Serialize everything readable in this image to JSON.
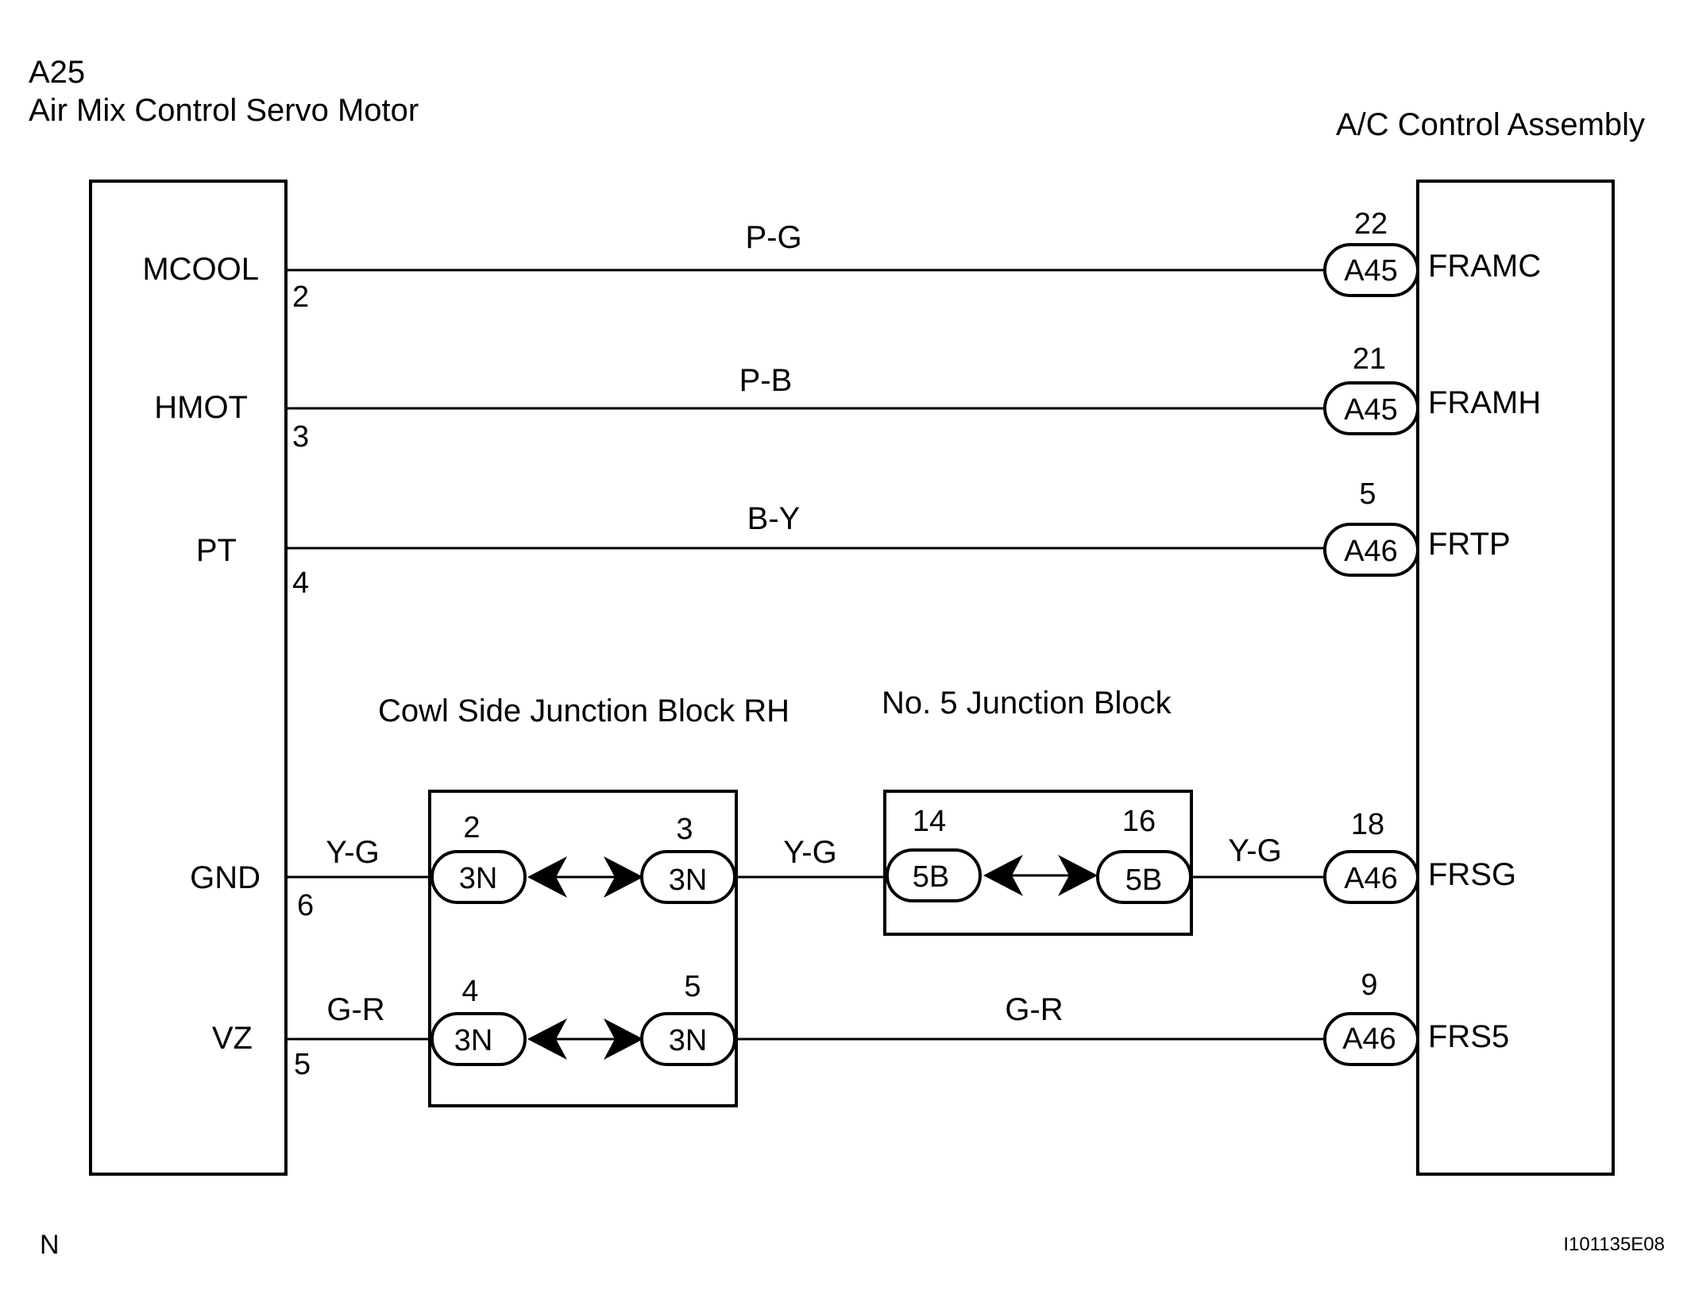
{
  "left_component": {
    "code": "A25",
    "name": "Air Mix Control Servo Motor",
    "terminals": [
      {
        "name": "MCOOL",
        "pin": "2"
      },
      {
        "name": "HMOT",
        "pin": "3"
      },
      {
        "name": "PT",
        "pin": "4"
      },
      {
        "name": "GND",
        "pin": "6"
      },
      {
        "name": "VZ",
        "pin": "5"
      }
    ]
  },
  "right_component": {
    "name": "A/C Control Assembly",
    "terminals": [
      {
        "name": "FRAMC",
        "pin": "22",
        "connector": "A45"
      },
      {
        "name": "FRAMH",
        "pin": "21",
        "connector": "A45"
      },
      {
        "name": "FRTP",
        "pin": "5",
        "connector": "A46"
      },
      {
        "name": "FRSG",
        "pin": "18",
        "connector": "A46"
      },
      {
        "name": "FRS5",
        "pin": "9",
        "connector": "A46"
      }
    ]
  },
  "wires": {
    "mcool": "P-G",
    "hmot": "P-B",
    "pt": "B-Y",
    "gnd_left": "Y-G",
    "gnd_mid": "Y-G",
    "gnd_right": "Y-G",
    "vz_left": "G-R",
    "vz_right": "G-R"
  },
  "cowl_block": {
    "name": "Cowl Side Junction Block RH",
    "gnd": {
      "in_pin": "2",
      "out_pin": "3",
      "in_conn": "3N",
      "out_conn": "3N"
    },
    "vz": {
      "in_pin": "4",
      "out_pin": "5",
      "in_conn": "3N",
      "out_conn": "3N"
    }
  },
  "jb5": {
    "name": "No. 5 Junction Block",
    "gnd": {
      "in_pin": "14",
      "out_pin": "16",
      "in_conn": "5B",
      "out_conn": "5B"
    }
  },
  "footer": {
    "mark": "N",
    "figure_id": "I101135E08"
  }
}
